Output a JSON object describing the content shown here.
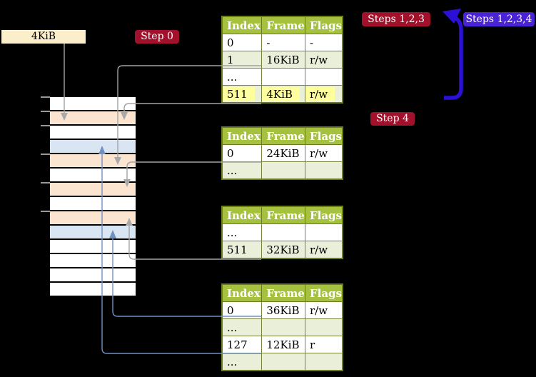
{
  "diagram": {
    "frame_label": "4KiB",
    "badges": {
      "step0": "Step 0",
      "steps123": "Steps 1,2,3",
      "steps1234": "Steps 1,2,3,4",
      "step4": "Step 4"
    },
    "colors": {
      "badge_red": "#a2112b",
      "badge_blue": "#4a23d6",
      "arrow_thick_blue": "#2c11d5",
      "connector_gray": "#a2a2a2",
      "connector_blue": "#7191c2",
      "table_header_green": "#a5c13e",
      "table_row_green": "#e9efd9",
      "table_border_olive": "#6e7c21",
      "highlight_yellow": "#feff9c",
      "frame_free": "#ffffff",
      "frame_page_table": "#fbe5d0",
      "frame_mapped_page": "#d9e5f3",
      "label_cream": "#faeecb"
    },
    "page_tables": [
      {
        "headers": [
          "Index",
          "Frame",
          "Flags"
        ],
        "rows": [
          {
            "cells": [
              "0",
              "-",
              "-"
            ]
          },
          {
            "cells": [
              "1",
              "16KiB",
              "r/w"
            ]
          },
          {
            "cells": [
              "...",
              "",
              ""
            ]
          },
          {
            "cells": [
              "511",
              "4KiB",
              "r/w"
            ],
            "highlight": true
          }
        ]
      },
      {
        "headers": [
          "Index",
          "Frame",
          "Flags"
        ],
        "rows": [
          {
            "cells": [
              "0",
              "24KiB",
              "r/w"
            ]
          },
          {
            "cells": [
              "...",
              "",
              ""
            ]
          }
        ]
      },
      {
        "headers": [
          "Index",
          "Frame",
          "Flags"
        ],
        "rows": [
          {
            "cells": [
              "...",
              "",
              ""
            ]
          },
          {
            "cells": [
              "511",
              "32KiB",
              "r/w"
            ]
          }
        ]
      },
      {
        "headers": [
          "Index",
          "Frame",
          "Flags"
        ],
        "rows": [
          {
            "cells": [
              "0",
              "36KiB",
              "r/w"
            ]
          },
          {
            "cells": [
              "...",
              "",
              ""
            ]
          },
          {
            "cells": [
              "127",
              "12KiB",
              "r"
            ]
          },
          {
            "cells": [
              "...",
              "",
              ""
            ]
          }
        ]
      }
    ],
    "memory_frames": [
      {
        "kind": "free"
      },
      {
        "kind": "page_table"
      },
      {
        "kind": "free"
      },
      {
        "kind": "mapped_page"
      },
      {
        "kind": "page_table"
      },
      {
        "kind": "free"
      },
      {
        "kind": "page_table"
      },
      {
        "kind": "free"
      },
      {
        "kind": "page_table"
      },
      {
        "kind": "mapped_page"
      },
      {
        "kind": "free"
      },
      {
        "kind": "free"
      },
      {
        "kind": "free"
      },
      {
        "kind": "free"
      }
    ]
  }
}
